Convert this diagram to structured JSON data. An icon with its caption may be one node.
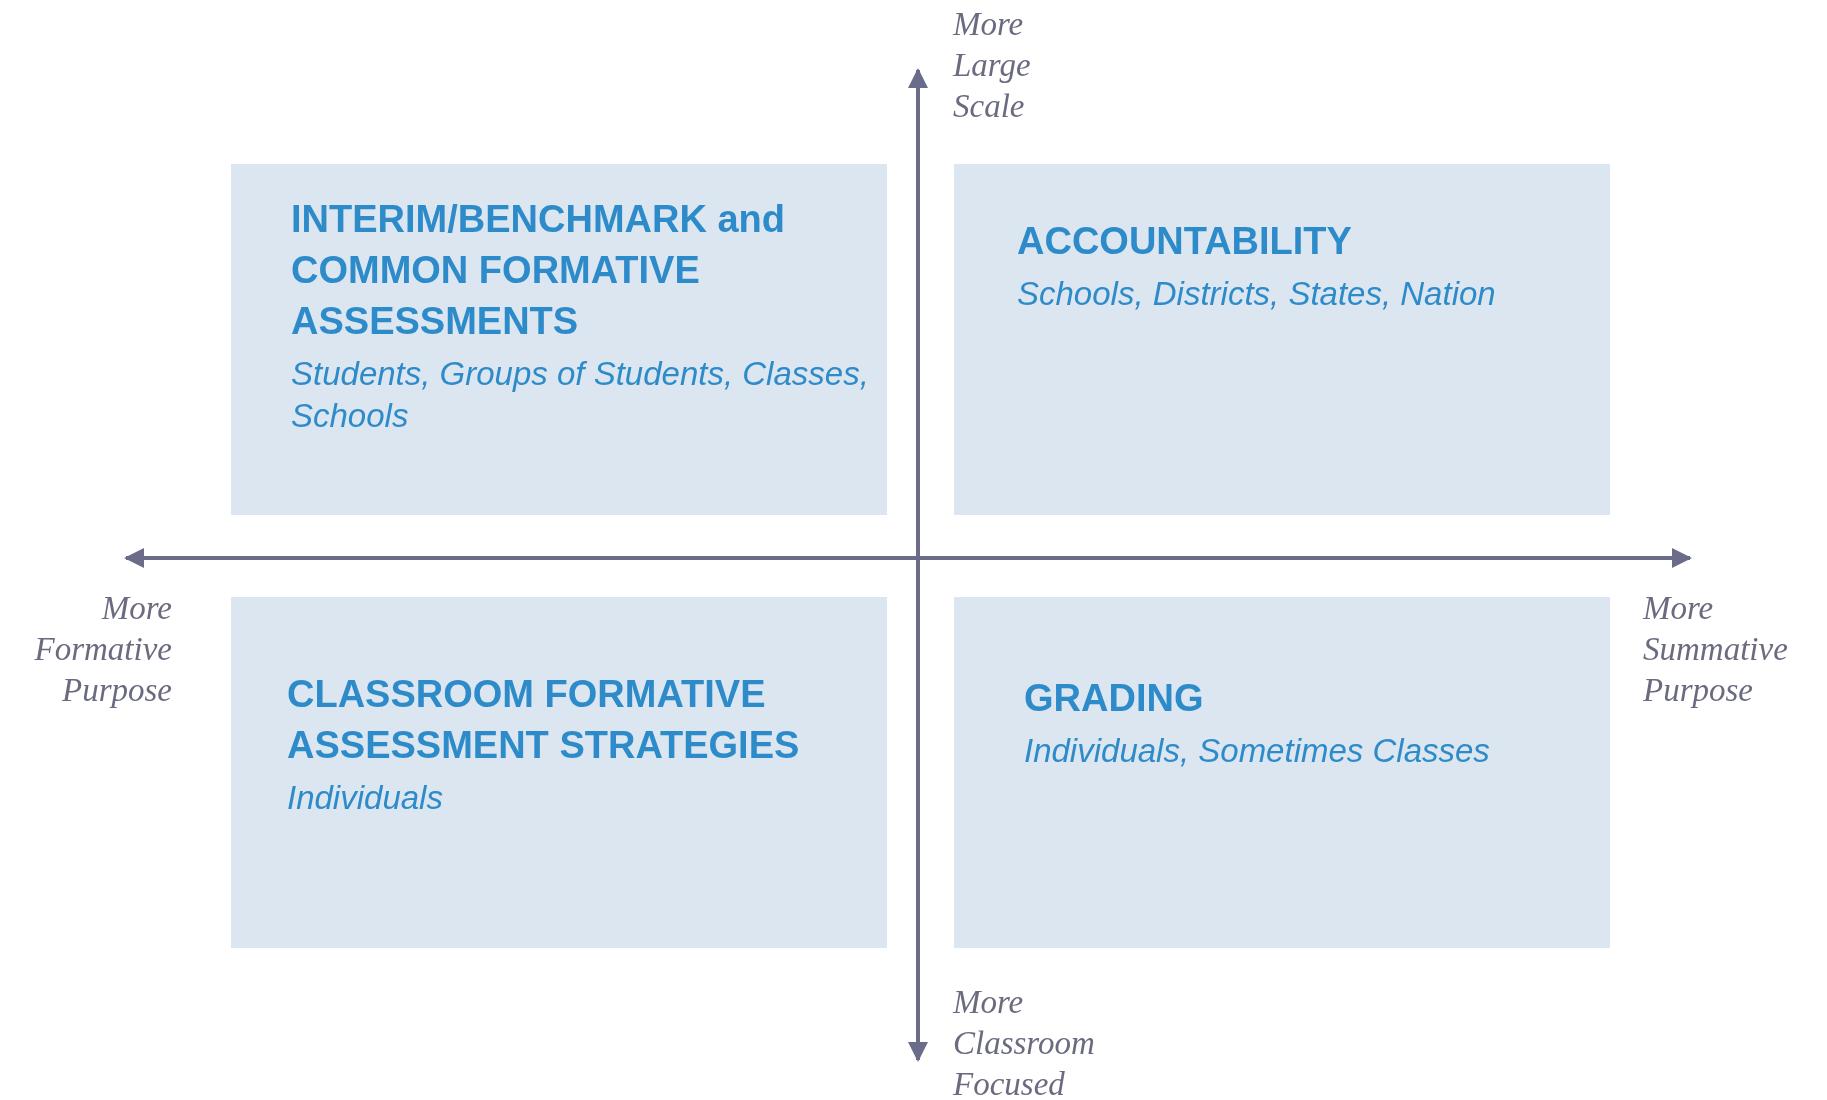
{
  "diagram": {
    "nodes": [
      {
        "text": [
          "INTERIM/BENCHMARK and COMMON FORMATIVE ASSESSMENTS",
          "Students, Groups of Students, Classes, Schools"
        ]
      },
      {
        "text": [
          "ACCOUNTABILITY",
          "Schools, Districts, States, Nation"
        ]
      },
      {
        "text": [
          "CLASSROOM FORMATIVE ASSESSMENT STRATEGIES",
          "Individuals"
        ]
      },
      {
        "text": [
          "GRADING",
          "Individuals, Sometimes Classes"
        ]
      }
    ],
    "labels": [
      "More Large Scale",
      "More Formative Purpose",
      "More Summative Purpose",
      "More Classroom Focused"
    ]
  }
}
